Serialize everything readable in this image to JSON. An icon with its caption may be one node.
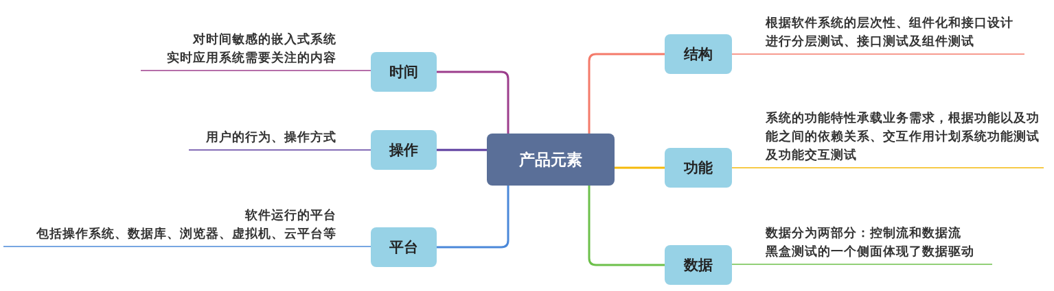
{
  "diagram": {
    "nodes": [
      {
        "text": [
          "产品元素"
        ]
      },
      {
        "text": [
          "时间"
        ]
      },
      {
        "text": [
          "对时间敏感的嵌入式系统",
          "实时应用系统需要关注的内容"
        ]
      },
      {
        "text": [
          "操作"
        ]
      },
      {
        "text": [
          "用户的行为、操作方式"
        ]
      },
      {
        "text": [
          "平台"
        ]
      },
      {
        "text": [
          "软件运行的平台",
          "包括操作系统、数据库、浏览器、虚拟机、云平台等"
        ]
      },
      {
        "text": [
          "结构"
        ]
      },
      {
        "text": [
          "根据软件系统的层次性、组件化和接口设计进行分层测试、接口测试及组件测试"
        ]
      },
      {
        "text": [
          "功能"
        ]
      },
      {
        "text": [
          "系统的功能特性承载业务需求，根据功能以及功能之间的依赖关系、交互作用计划系统功能测试及功能交互测试"
        ]
      },
      {
        "text": [
          "数据"
        ]
      },
      {
        "text": [
          "数据分为两部分：控制流和数据流",
          "黑盒测试的一个侧面体现了数据驱动"
        ]
      }
    ],
    "edges": [
      {
        "from": 0,
        "to": 1,
        "arrow": "none",
        "color": "#9c3d8c"
      },
      {
        "from": 1,
        "to": 2,
        "arrow": "none",
        "color": "#9c3d8c"
      },
      {
        "from": 0,
        "to": 3,
        "arrow": "none",
        "color": "#5b3b9e"
      },
      {
        "from": 3,
        "to": 4,
        "arrow": "none",
        "color": "#5b3b9e"
      },
      {
        "from": 0,
        "to": 5,
        "arrow": "none",
        "color": "#4a88d9"
      },
      {
        "from": 5,
        "to": 6,
        "arrow": "none",
        "color": "#4a88d9"
      },
      {
        "from": 0,
        "to": 7,
        "arrow": "none",
        "color": "#f47a6a"
      },
      {
        "from": 7,
        "to": 8,
        "arrow": "none",
        "color": "#f47a6a"
      },
      {
        "from": 0,
        "to": 9,
        "arrow": "none",
        "color": "#f5b90a"
      },
      {
        "from": 9,
        "to": 10,
        "arrow": "none",
        "color": "#f5b90a"
      },
      {
        "from": 0,
        "to": 11,
        "arrow": "none",
        "color": "#6cc04a"
      },
      {
        "from": 11,
        "to": 12,
        "arrow": "none",
        "color": "#6cc04a"
      }
    ]
  }
}
